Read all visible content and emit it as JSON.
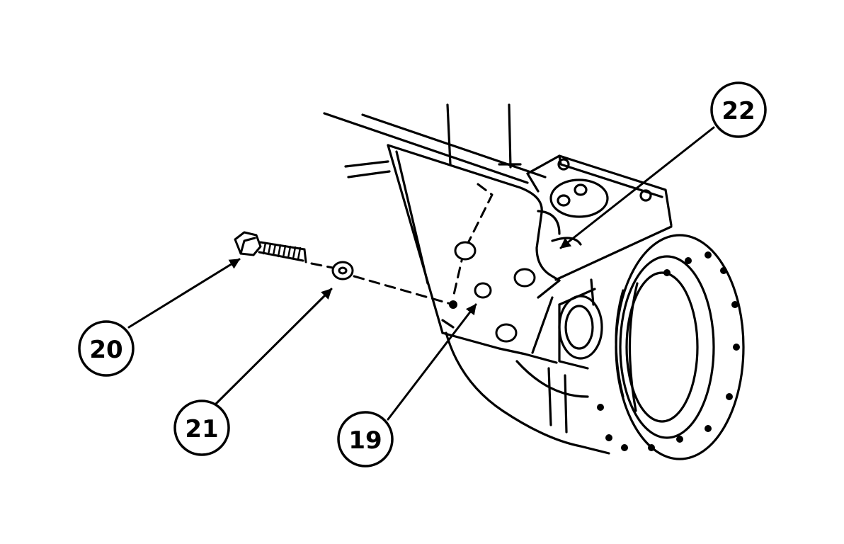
{
  "figure": {
    "callouts": [
      {
        "id": "20",
        "label": "20"
      },
      {
        "id": "21",
        "label": "21"
      },
      {
        "id": "19",
        "label": "19"
      },
      {
        "id": "22",
        "label": "22"
      }
    ]
  },
  "colors": {
    "ink": "#000000",
    "paper": "#ffffff"
  }
}
